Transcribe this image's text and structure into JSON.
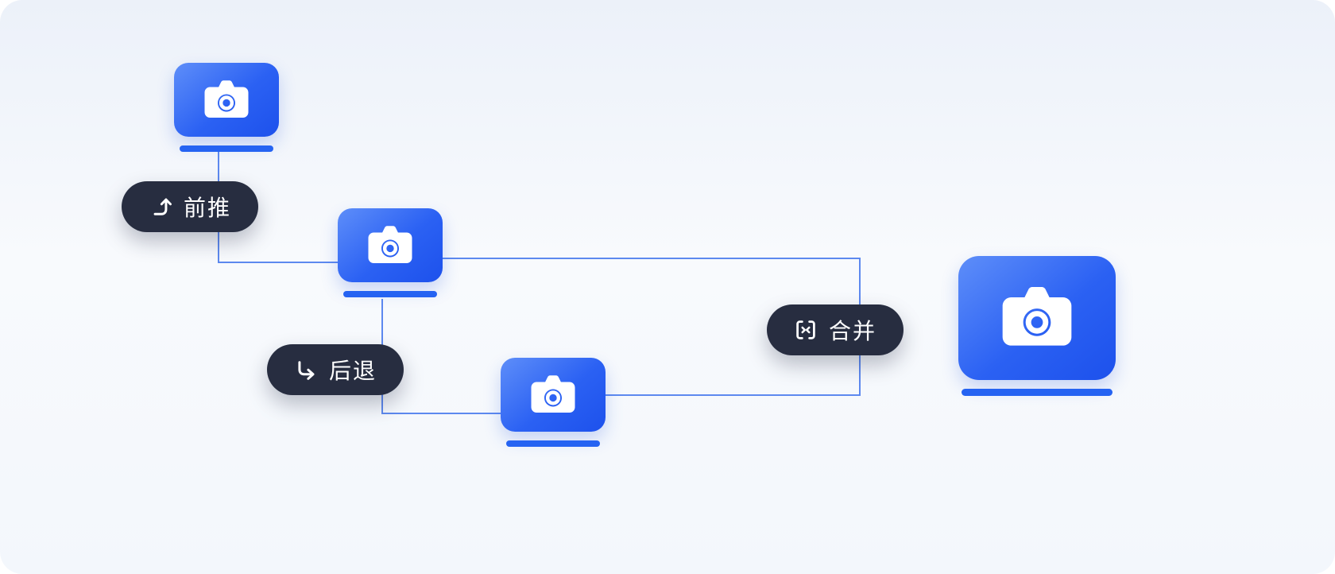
{
  "diagram": {
    "title": "screenshot-version-flow",
    "labels": {
      "push_forward": "前推",
      "step_back": "后退",
      "merge": "合并"
    },
    "icons": {
      "push_forward": "arrow-up-turn-icon",
      "step_back": "arrow-down-turn-icon",
      "merge": "merge-brackets-icon",
      "node": "camera-icon"
    },
    "nodes": [
      {
        "id": "camera-node-top",
        "size": "small"
      },
      {
        "id": "camera-node-middle",
        "size": "small"
      },
      {
        "id": "camera-node-bottom",
        "size": "small"
      },
      {
        "id": "camera-node-result",
        "size": "large"
      }
    ],
    "colors": {
      "node_gradient_start": "#5e8ef9",
      "node_gradient_end": "#1d51ec",
      "underline": "#2563f2",
      "connector": "#5d89ef",
      "pill_background": "#272d40",
      "pill_text": "#ffffff",
      "background_top": "#ecf1f9",
      "background_bottom": "#f3f7fc"
    }
  }
}
